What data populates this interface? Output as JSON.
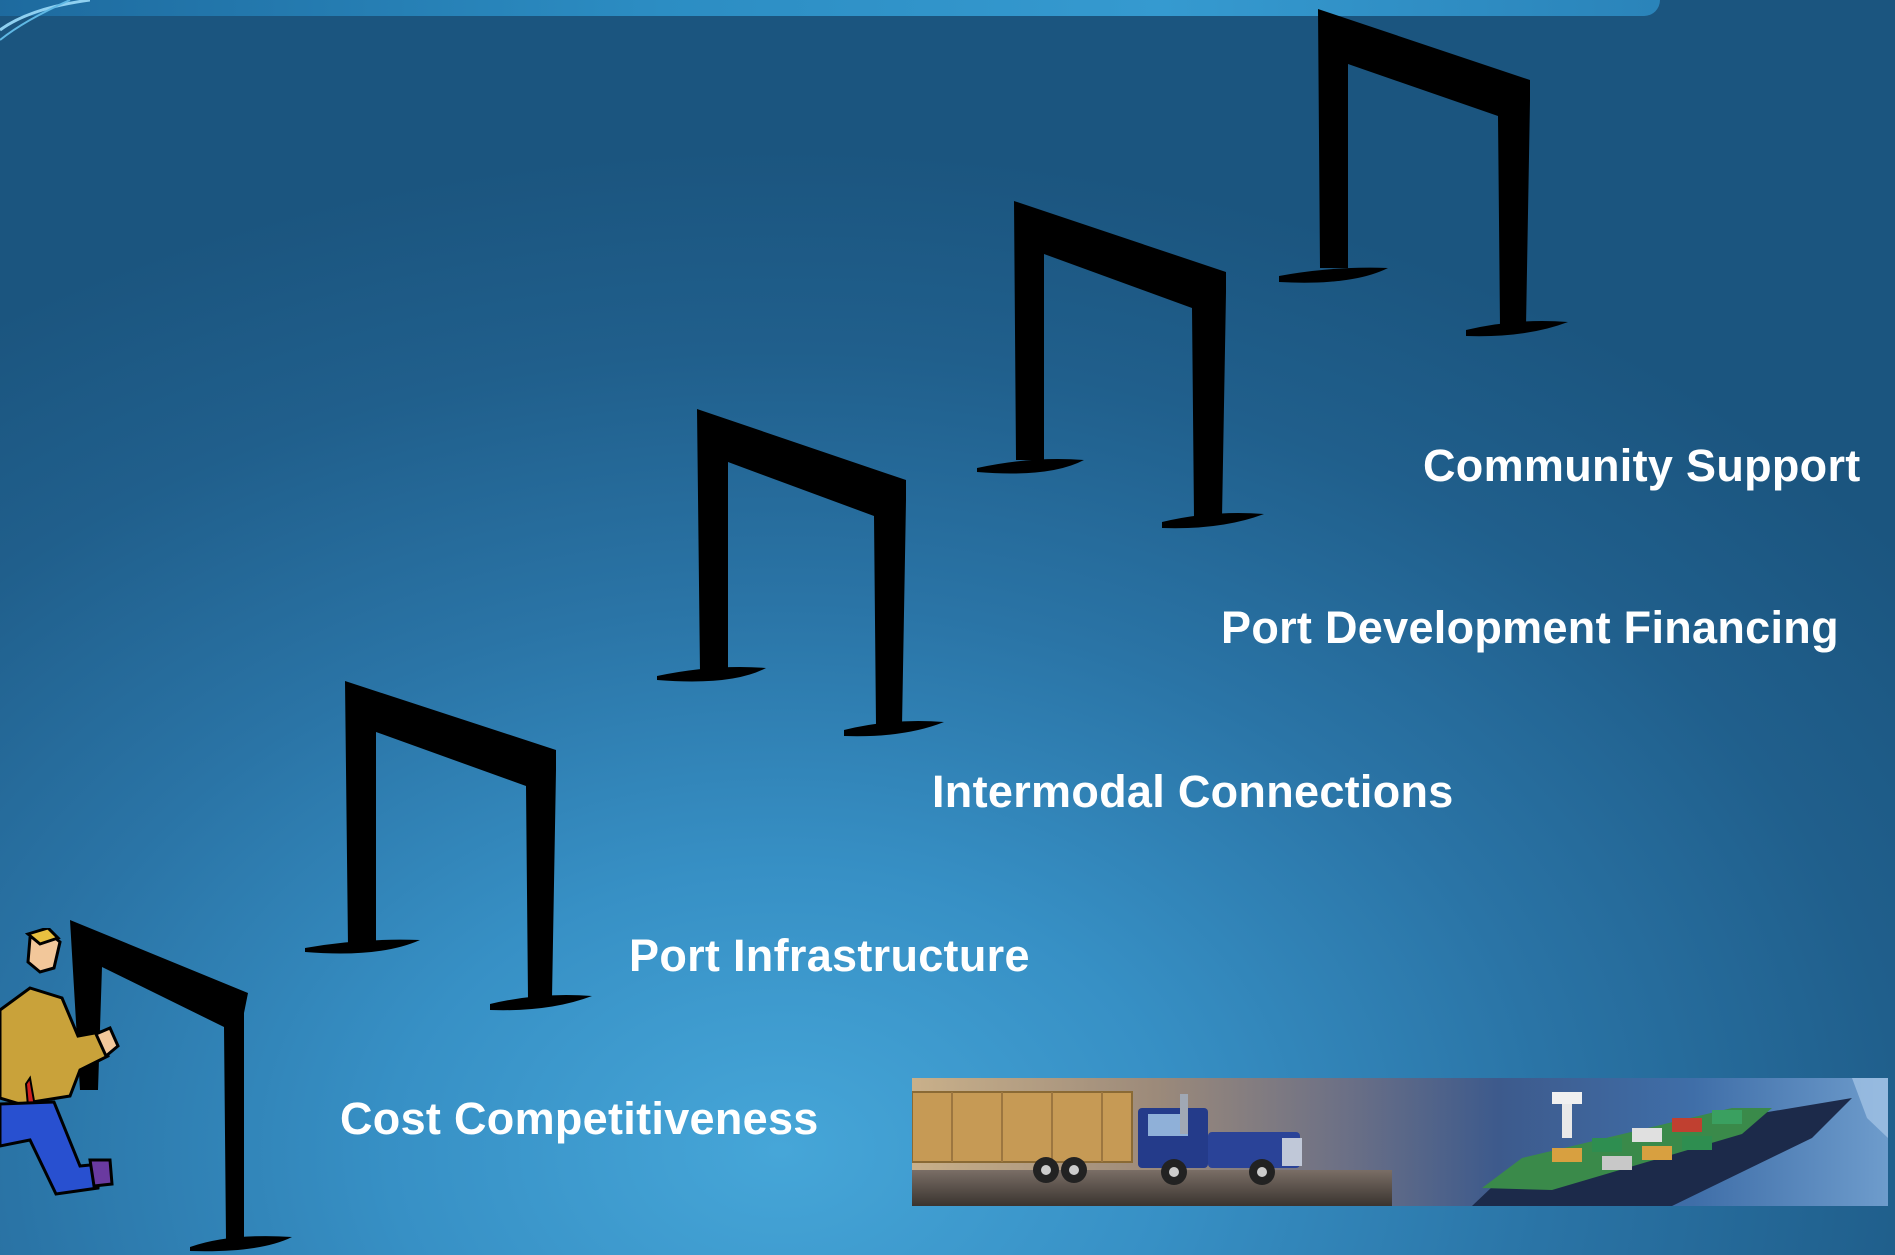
{
  "slide": {
    "steps": [
      "Cost Competitiveness",
      "Port Infrastructure",
      "Intermodal Connections",
      "Port Development Financing",
      "Community Support"
    ]
  },
  "icons": {
    "hurdle": "hurdle-icon",
    "runner": "runner-clipart",
    "photo": "truck-and-container-ship-photo"
  },
  "colors": {
    "background_light": "#46a6d8",
    "background_dark": "#1b557f",
    "text": "#ffffff",
    "hurdle": "#000000"
  }
}
